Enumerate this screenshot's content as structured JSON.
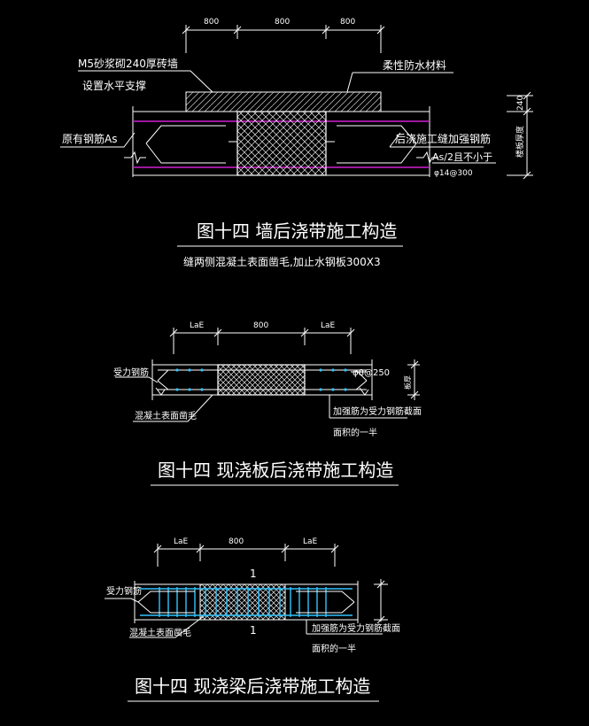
{
  "d1": {
    "dims": [
      "800",
      "800",
      "800"
    ],
    "note_m5": "M5砂浆砌240厚砖墙",
    "note_support": "设置水平支撑",
    "note_flex": "柔性防水材料",
    "note_rebar": "原有钢筋As",
    "note_addrebar": "后浇施工缝加强钢筋",
    "note_as2": "As/2且不小于",
    "note_phi": "φ14@300",
    "dim_240": "240",
    "dim_slab": "楼板厚度",
    "title": "图十四  墙后浇带施工构造",
    "note_below": "缝两侧混凝土表面凿毛,加止水钢板300X3"
  },
  "d2": {
    "dims": [
      "LaE",
      "800",
      "LaE"
    ],
    "note_rebar": "受力钢筋",
    "note_phi": "φ8@250",
    "note_rough": "混凝土表面凿毛",
    "note_add1": "加强筋为受力钢筋截面",
    "note_add2": "面积的一半",
    "dim_slab": "板厚",
    "title": "图十四  现浇板后浇带施工构造"
  },
  "d3": {
    "dims": [
      "LaE",
      "800",
      "LaE"
    ],
    "section_mark": "1",
    "note_rebar": "受力钢筋",
    "note_rough": "混凝土表面凿毛",
    "note_add1": "加强筋为受力钢筋截面",
    "note_add2": "面积的一半",
    "title": "图十四  现浇梁后浇带施工构造"
  },
  "colors": {
    "background": "#000000",
    "lines": "#ffffff",
    "rebar_magenta": "#d020d0",
    "stirrup_cyan": "#33c6ff"
  }
}
